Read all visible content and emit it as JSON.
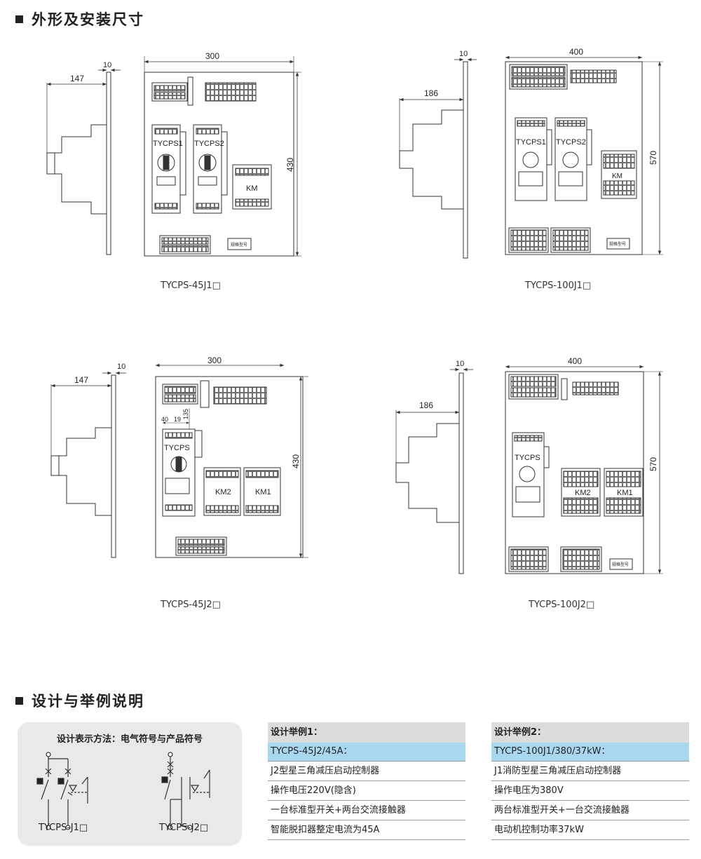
{
  "section1": {
    "title": "外形及安装尺寸"
  },
  "section2": {
    "title": "设计与举例说明"
  },
  "panels": [
    {
      "caption": "TYCPS-45J1□",
      "width": "300",
      "height": "430",
      "side_depth": "147",
      "plate": "10",
      "units": [
        "TYCPS1",
        "TYCPS2"
      ],
      "contactors": [
        "KM"
      ],
      "nameplate": "规格型号"
    },
    {
      "caption": "TYCPS-100J1□",
      "width": "400",
      "height": "570",
      "side_depth": "186",
      "plate": "10",
      "units": [
        "TYCPS1",
        "TYCPS2"
      ],
      "contactors": [
        "KM"
      ],
      "nameplate": "规格型号"
    },
    {
      "caption": "TYCPS-45J2□",
      "width": "300",
      "height": "430",
      "side_depth": "147",
      "plate": "10",
      "units": [
        "TYCPS"
      ],
      "contactors": [
        "KM2",
        "KM1"
      ],
      "dims_small": [
        "40",
        "19",
        "135"
      ]
    },
    {
      "caption": "TYCPS-100J2□",
      "width": "400",
      "height": "570",
      "side_depth": "186",
      "plate": "10",
      "units": [
        "TYCPS"
      ],
      "contactors": [
        "KM2",
        "KM1"
      ],
      "nameplate": "规格型号"
    }
  ],
  "legend": {
    "title": "设计表示方法：电气符号与产品符号",
    "label_j1": "TYCPS-J1□",
    "label_j2": "TYCPS-J2□"
  },
  "example1": {
    "header": "设计举例1：",
    "code": "TYCPS-45J2/45A：",
    "rows": [
      "J2型星三角减压启动控制器",
      "操作电压220V(隐含)",
      "一台标准型开关+两台交流接触器",
      "智能脱扣器整定电流为45A"
    ]
  },
  "example2": {
    "header": "设计举例2：",
    "code": "TYCPS-100J1/380/37kW：",
    "rows": [
      "J1消防型星三角减压启动控制器",
      "操作电压为380V",
      "两台标准型开关+一台交流接触器",
      "电动机控制功率37kW"
    ]
  }
}
